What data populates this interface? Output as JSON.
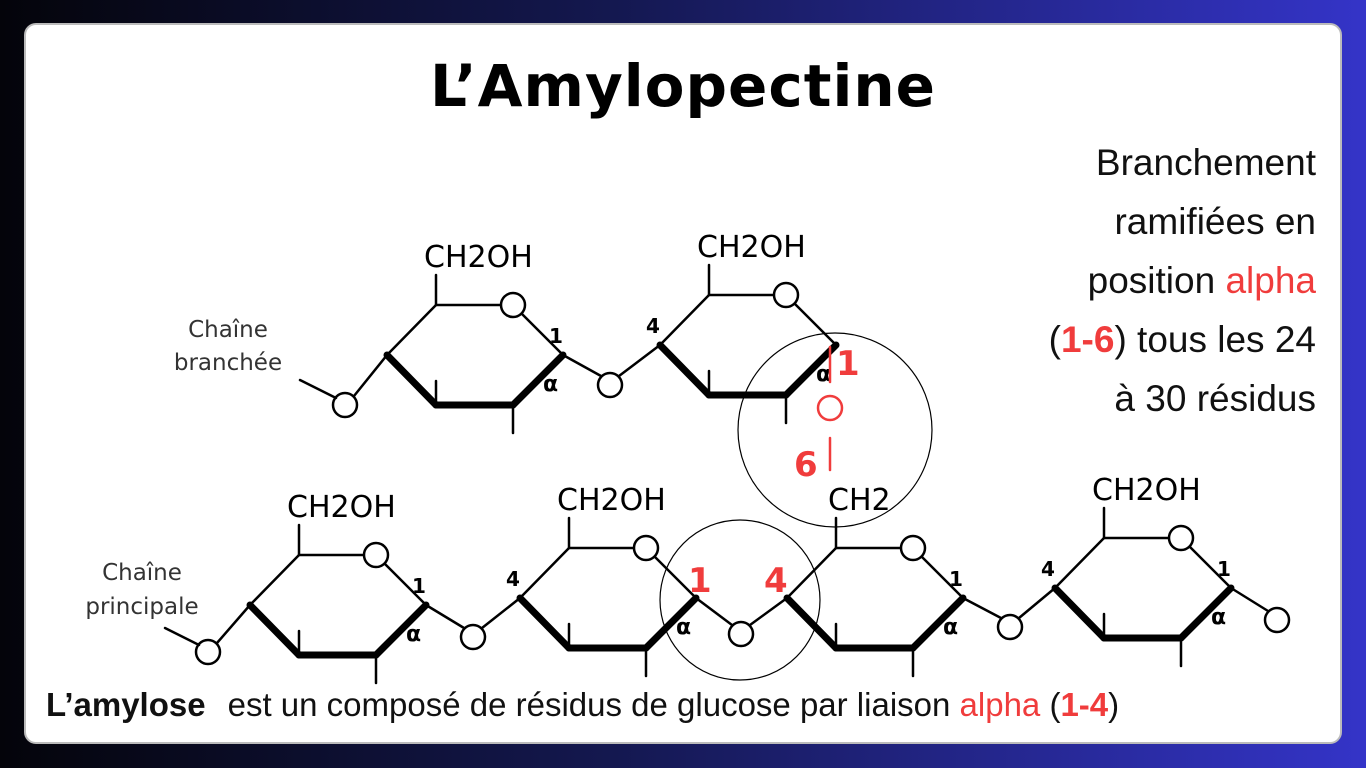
{
  "title": "L’Amylopectine",
  "note": {
    "line1": "Branchement",
    "line2": "ramifiées en",
    "line3_a": "position ",
    "line3_b": "alpha",
    "line4_open": "(",
    "line4_b": "1-6",
    "line4_c": ") tous les 24",
    "line5": "à 30 résidus"
  },
  "diagram": {
    "branch_label": [
      "Chaîne",
      "branchée"
    ],
    "main_label": [
      "Chaîne",
      "principale"
    ],
    "ch2oh": "CH2OH",
    "ch2": "CH2",
    "oxygen": "O",
    "carbon1": "1",
    "carbon4": "4",
    "alpha": "α",
    "link16_c1": "1",
    "link16_c6": "6",
    "link14_c1": "1",
    "link14_c4": "4"
  },
  "bottom": {
    "term": "L’amylose",
    "text": "est un composé de résidus de glucose par liaison ",
    "alpha": "alpha",
    "open": " (",
    "bond": "1-4",
    "close": ")"
  },
  "colors": {
    "accent_red": "#f03c3c"
  }
}
